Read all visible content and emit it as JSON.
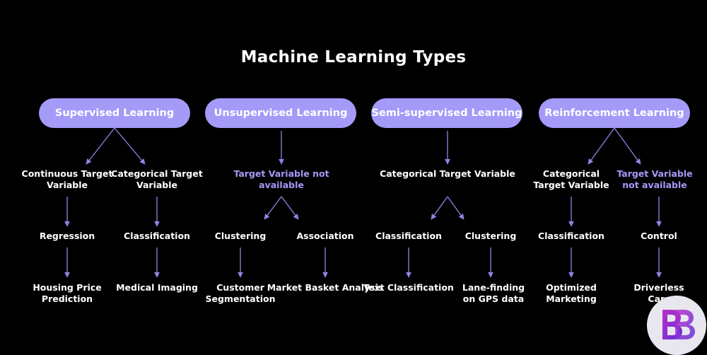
{
  "title": "Machine Learning Types",
  "colors": {
    "accent": "#a49af8",
    "arrow": "#8e86e8",
    "background": "#000000",
    "text": "#ffffff"
  },
  "categories": [
    {
      "label": "Supervised Learning",
      "branches": [
        {
          "target": "Continuous Target Variable",
          "target_accent": false,
          "task": "Regression",
          "example": "Housing Price Prediction"
        },
        {
          "target": "Categorical Target Variable",
          "target_accent": false,
          "task": "Classification",
          "example": "Medical Imaging"
        }
      ]
    },
    {
      "label": "Unsupervised Learning",
      "target": "Target Variable not available",
      "target_accent": true,
      "branches": [
        {
          "task": "Clustering",
          "example": "Customer Segmentation"
        },
        {
          "task": "Association",
          "example": "Market Basket Analysis"
        }
      ]
    },
    {
      "label": "Semi-supervised Learning",
      "target": "Categorical Target Variable",
      "target_accent": false,
      "branches": [
        {
          "task": "Classification",
          "example": "Text Classification"
        },
        {
          "task": "Clustering",
          "example": "Lane-finding on GPS data"
        }
      ]
    },
    {
      "label": "Reinforcement Learning",
      "branches": [
        {
          "target": "Categorical Target Variable",
          "target_accent": false,
          "task": "Classification",
          "example": "Optimized Marketing"
        },
        {
          "target": "Target Variable not available",
          "target_accent": true,
          "task": "Control",
          "example": "Driverless Cars"
        }
      ]
    }
  ],
  "logo": {
    "name": "brand-logo"
  }
}
